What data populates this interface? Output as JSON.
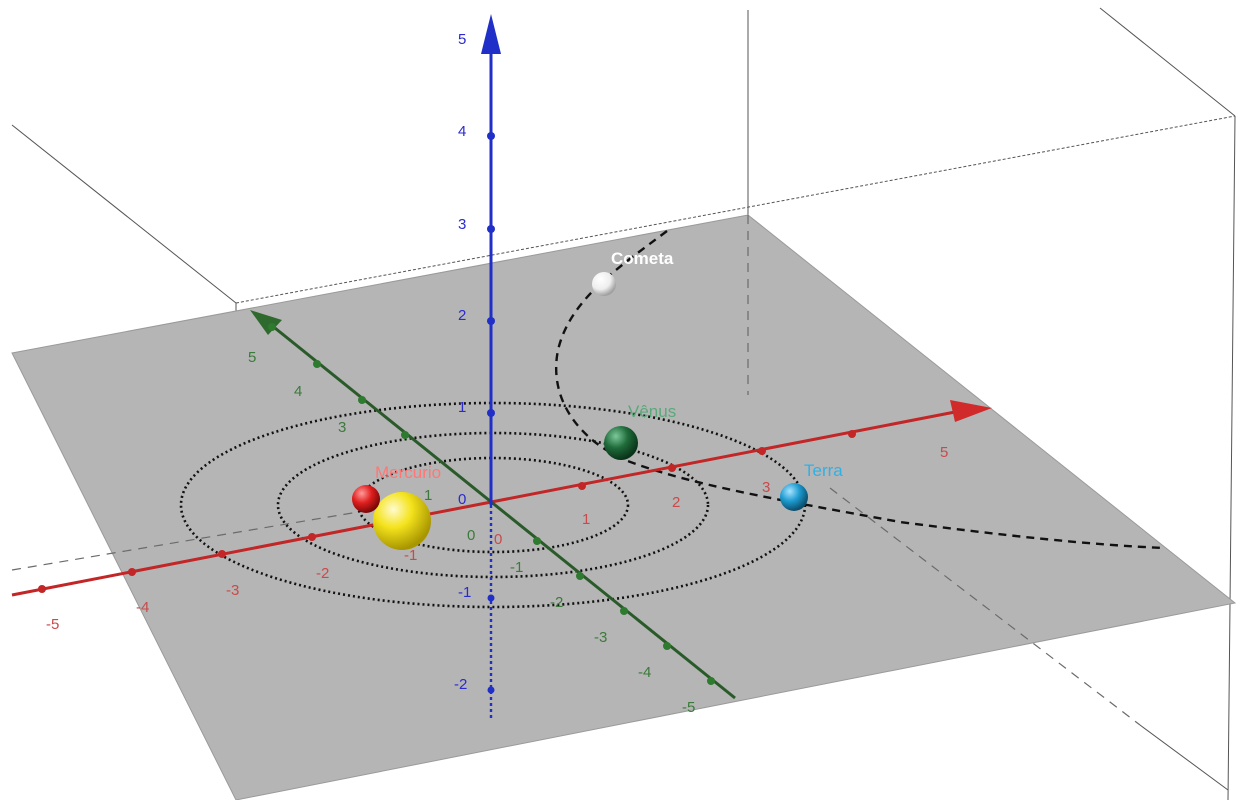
{
  "colors": {
    "x_axis": "#d93a3a",
    "y_axis": "#2f6a2f",
    "z_axis": "#1f2fc8",
    "plane": "#b3b3b3",
    "orbit": "#111111",
    "tick_x": "#c94a4a",
    "tick_y": "#3c7a3c",
    "tick_z": "#2a2ad0"
  },
  "axes": {
    "x": {
      "ticks": [
        "-5",
        "-4",
        "-3",
        "-2",
        "-1",
        "1",
        "2",
        "3",
        "5"
      ]
    },
    "y": {
      "ticks": [
        "5",
        "4",
        "3",
        "1",
        "-1",
        "-2",
        "-3",
        "-4",
        "-5"
      ]
    },
    "z": {
      "ticks": [
        "5",
        "4",
        "3",
        "2",
        "1",
        "-1",
        "-2"
      ]
    },
    "origin_labels": [
      "0",
      "0",
      "0"
    ]
  },
  "bodies": {
    "sun": {
      "color": "#f2e21a"
    },
    "mercury": {
      "label": "Mercurio",
      "color": "#e01e1e"
    },
    "venus": {
      "label": "Vênus",
      "color": "#1f6b3a"
    },
    "earth": {
      "label": "Terra",
      "color": "#1e9bd0"
    },
    "comet": {
      "label": "Cometa",
      "color": "#f2f2f2"
    }
  }
}
